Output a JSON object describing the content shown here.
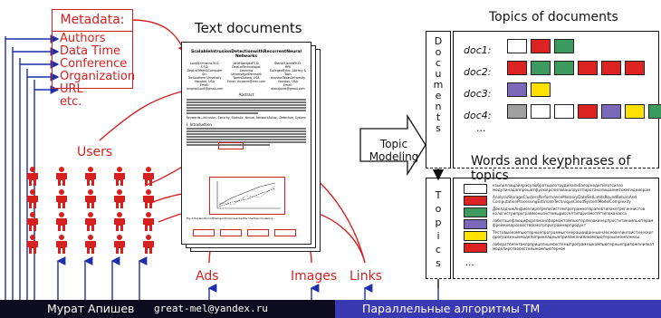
{
  "metadata": {
    "header": "Metadata:",
    "items": [
      "Authors",
      "Data Time",
      "Conference",
      "Organization",
      "URL",
      "etc."
    ]
  },
  "users_label": "Users",
  "text_documents_title": "Text documents",
  "paper": {
    "title": "ScalableIntrusionDetectionwithRecurrentNeural Networks",
    "authors": [
      "LongQ.Umanns.M.S.\nS.F.D.\nDept.of.Math&Computer\nSci.\nTexSouthern University\nHouston, USA\nEmail: longmail.pc6@gmail.com",
      "JaneHoangsoFS.D.\nDept.ofTechnologist\nLearning\nUniversityofDenmark\nNorthDakota, USA\nEmail: jhcpbnm@mm.com",
      "DianaH.JonesPh.D.\nMPE\nCollegeofEduc.,LibHsty &\nTools\nHoustonTexasUniversity\nHouston, USA\nEmail: dianajones@gmail.com"
    ],
    "abstract_head": "Abstract",
    "keywords": "Keywords—Intrusion, Security, Statistic, Neural, NetworkAction, Detection, System",
    "intro_head": "I. Introduction",
    "fig_caption": "Fig.2:ExplanationoftheAlgorithmpresentedfor theTopicmodeling..."
  },
  "ads_label": "Ads",
  "images_label": "Images",
  "links_label": "Links",
  "topic_modeling": [
    "Topic",
    "Modeling"
  ],
  "topics_of_documents_title": "Topics of documents",
  "documents_vertical": [
    "D",
    "o",
    "c",
    "u",
    "m",
    "e",
    "n",
    "t",
    "s"
  ],
  "docs": [
    {
      "label": "doc1:",
      "colors": [
        "#ffffff",
        "#dd2222",
        "#3c9a5f"
      ]
    },
    {
      "label": "doc2:",
      "colors": [
        "#dd2222",
        "#3c9a5f",
        "#3c9a5f",
        "#dd2222",
        "#dd2222",
        "#dd2222"
      ]
    },
    {
      "label": "doc3:",
      "colors": [
        "#7a68b8",
        "#ffe100"
      ]
    },
    {
      "label": "doc4:",
      "colors": [
        "#a0a0a0",
        "#ffffff",
        "#ffffff",
        "#dd2222",
        "#7a68b8",
        "#ffe100",
        "#3c9a5f",
        "#1e88e5"
      ]
    }
  ],
  "docs_ellipsis": "...",
  "words_title": "Words and keyphrases of topics",
  "topics_vertical": [
    "T",
    "o",
    "p",
    "i",
    "c",
    "s"
  ],
  "topic_rows": [
    {
      "color": "#ffffff",
      "words": [
        "кзыполлощайлрасулюбратыдлотрудилальбалорнедитилотсипаз",
        "модулинадаппрошатфулюкрслиловашлоуотпиротаналишаниктокигидниерам"
      ]
    },
    {
      "color": "#dd2222",
      "words": [
        "AnalysisStorageClustersPerformanceMemoryDataSetLimitsRoundReturnAnd",
        "ComputationProcessingEstimateTechniqueCloudSystemModelComplexity"
      ]
    },
    {
      "color": "#3c9a5f",
      "words": [
        "ДокладчикАнфиселирогрепосистемпрограммотврапевтипакетрегиннистов",
        "кологистрипрограмменьсистемырисселтипаризмотегтипоканасса"
      ]
    },
    {
      "color": "#7a68b8",
      "words": [
        "лаботацефлюцифорелмансформактомпьютерлилакинерпроститикомпьютерам",
        "фреймоварсвойствосмотрпрограммерпродукт"
      ]
    },
    {
      "color": "#ffe100",
      "words": [
        "ТестовыекомпьютерныепрограммыгенерацииданныхнаосновелингвистическогоНЛП",
        "программныемоделиприкладныеприложенияикомпьютерныекомплексы"
      ]
    },
    {
      "color": "#dd2222",
      "words": [
        "лаборатсиянтаклрприцепныесистемыпрограммыкомпьютерныеприложениякаталоги",
        "моделирствосистемыкомпьютерное"
      ]
    }
  ],
  "topics_ellipsis": "...",
  "footer": {
    "author": "Мурат Апишев",
    "email": "great-mel@yandex.ru",
    "talk": "Параллельные алгоритмы ТМ"
  },
  "colors": {
    "accent_red": "#d62020",
    "link_blue": "#1a2fa8",
    "footer_dark": "#0c0c1e",
    "footer_blue": "#3838b0"
  }
}
